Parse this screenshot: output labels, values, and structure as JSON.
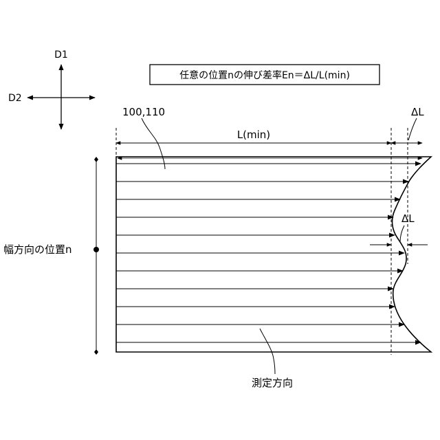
{
  "compass": {
    "d1_label": "D1",
    "d2_label": "D2"
  },
  "formula_box": {
    "text": "任意の位置nの伸び差率En＝ΔL/L(min)"
  },
  "labels": {
    "reference_numerals": "100,110",
    "l_min": "L(min)",
    "delta_l_top": "ΔL",
    "delta_l_mid": "ΔL",
    "width_position": "幅方向の位置n",
    "measurement_direction": "測定方向"
  },
  "diagram": {
    "measurement_line_count": 11,
    "line_color": "#000000"
  }
}
